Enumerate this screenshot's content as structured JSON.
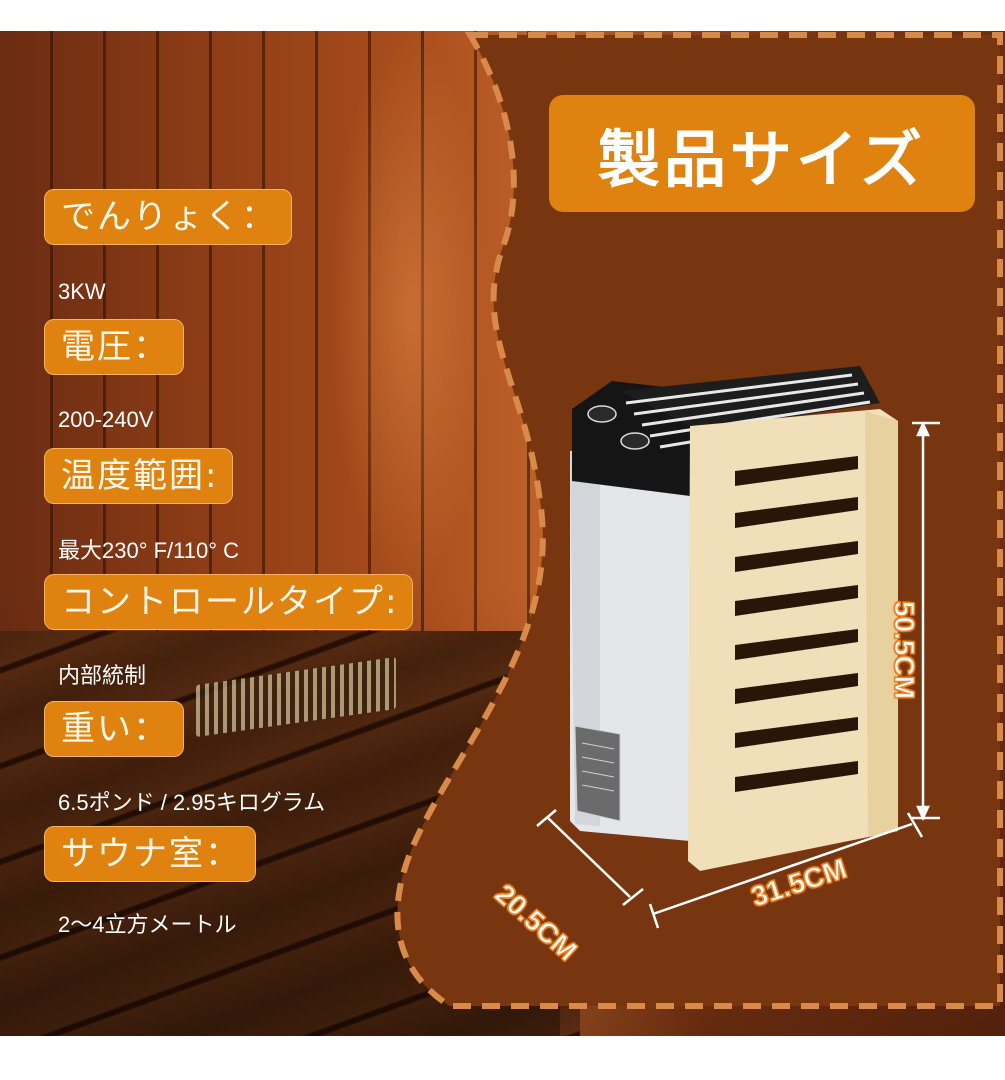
{
  "title": "製品サイズ",
  "specs": [
    {
      "label": "でんりょく：",
      "value": "3KW"
    },
    {
      "label": "電圧：",
      "value": "200-240V"
    },
    {
      "label": "温度範囲:",
      "value": "最大230° F/110° C"
    },
    {
      "label": "コントロールタイプ:",
      "value": "内部統制"
    },
    {
      "label": "重い：",
      "value": "6.5ポンド / 2.95キログラム"
    },
    {
      "label": "サウナ室：",
      "value": "2～4立方メートル"
    }
  ],
  "dimensions": {
    "height": "50.5CM",
    "width": "31.5CM",
    "depth": "20.5CM"
  },
  "colors": {
    "label_bg": "#e0820f",
    "panel_bg": "#773510",
    "dash": "#d98a4a",
    "dimension_outline": "#e8791c"
  }
}
